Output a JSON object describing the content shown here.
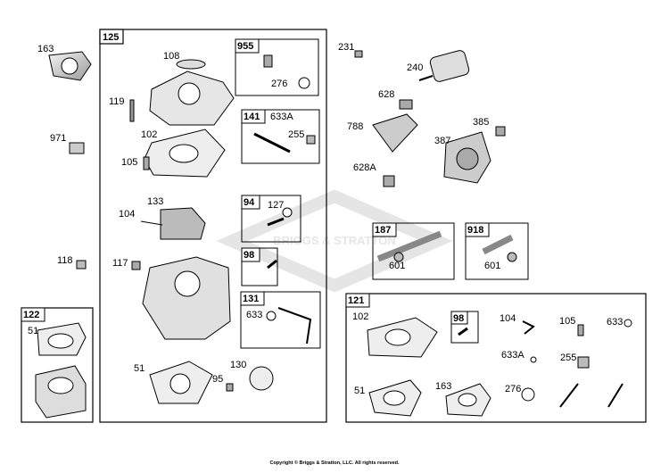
{
  "copyright": "Copyright © Briggs & Stratton, LLC. All rights reserved.",
  "watermark": "BRIGGS & STRATTON",
  "group_boxes": {
    "b125": "125",
    "b955": "955",
    "b141": "141",
    "b94": "94",
    "b98a": "98",
    "b131": "131",
    "b187": "187",
    "b918": "918",
    "b122": "122",
    "b121": "121",
    "b98b": "98"
  },
  "callouts": {
    "c163a": "163",
    "c108": "108",
    "c119": "119",
    "c102a": "102",
    "c971": "971",
    "c105a": "105",
    "c133": "133",
    "c104a": "104",
    "c118": "118",
    "c117": "117",
    "c51a": "51",
    "c130": "130",
    "c95": "95",
    "c51b": "51",
    "c276a": "276",
    "c633Aa": "633A",
    "c255a": "255",
    "c127": "127",
    "c633a": "633",
    "c231": "231",
    "c240": "240",
    "c628": "628",
    "c788": "788",
    "c385": "385",
    "c387": "387",
    "c628A": "628A",
    "c601a": "601",
    "c601b": "601",
    "c102b": "102",
    "c104b": "104",
    "c105b": "105",
    "c633b": "633",
    "c633Ab": "633A",
    "c255b": "255",
    "c51c": "51",
    "c163b": "163",
    "c276b": "276"
  }
}
